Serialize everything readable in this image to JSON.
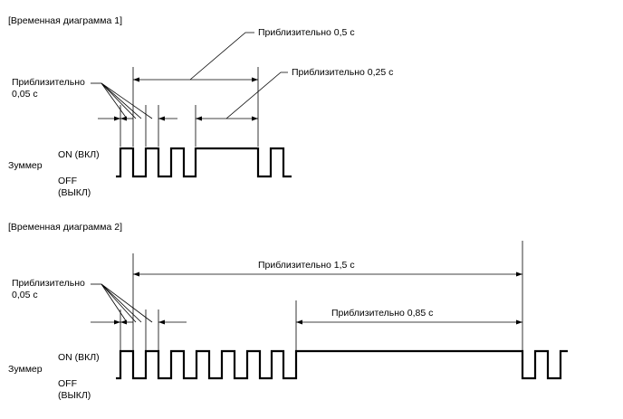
{
  "diagram1": {
    "title": "[Временная диаграмма 1]",
    "label_total": "Приблизительно 0,5 с",
    "label_long": "Приблизительно 0,25 с",
    "label_short_line1": "Приблизительно",
    "label_short_line2": "0,05 с",
    "signal_name": "Зуммер",
    "on_label": "ON (ВКЛ)",
    "off_label_line1": "OFF",
    "off_label_line2": "(ВЫКЛ)"
  },
  "diagram2": {
    "title": "[Временная диаграмма 2]",
    "label_total": "Приблизительно 1,5 с",
    "label_long": "Приблизительно 0,85 с",
    "label_short_line1": "Приблизительно",
    "label_short_line2": "0,05 с",
    "signal_name": "Зуммер",
    "on_label": "ON (ВКЛ)",
    "off_label_line1": "OFF",
    "off_label_line2": "(ВЫКЛ)"
  }
}
